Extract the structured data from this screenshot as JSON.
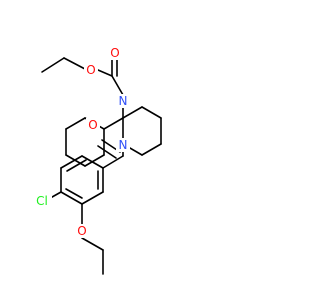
{
  "colors": {
    "background": "#ffffff",
    "bond": "#000000",
    "carbon": "#000000",
    "oxygen": "#ff0d0d",
    "nitrogen": "#3050f8",
    "chlorine": "#1ff01f"
  },
  "atoms": {
    "ester_o_single": "O",
    "ester_o_double": "O",
    "n_top": "N",
    "n_bottom": "N",
    "amide_o": "O",
    "cl": "Cl",
    "ether_o": "O"
  }
}
